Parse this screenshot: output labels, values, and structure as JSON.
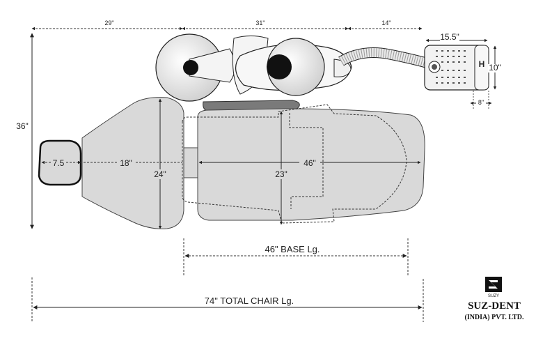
{
  "dimensions": {
    "headrest_depth": "29\"",
    "chair_overall": "31\"",
    "side_gap": "14\"",
    "control_width": "15.5\"",
    "control_height": "10\"",
    "control_depth": "8\"",
    "control_letter": "H",
    "overall_width": "36\"",
    "headrest": "7.5",
    "back_length": "18\"",
    "back_width": "24\"",
    "seat_width": "23\"",
    "seat_length": "46\"",
    "base_length": "46\" BASE Lg.",
    "total_length": "74\" TOTAL CHAIR Lg."
  },
  "brand": {
    "logo_text": "SUZY",
    "name": "SUZ-DENT",
    "sub": "(INDIA) PVT. LTD."
  }
}
